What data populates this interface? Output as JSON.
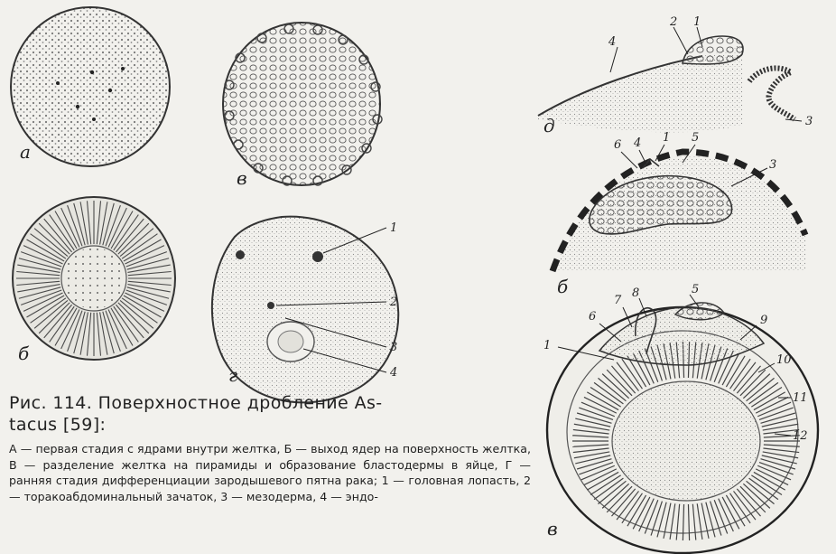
{
  "caption": {
    "title_line1": "Рис. 114. Поверхностное дробление As-",
    "title_line2": "tacus [59]:",
    "text": "А — первая стадия с ядрами внутри желтка, Б — выход ядер на поверхность желтка, В — разделение желтка на пирамиды и образование бластодермы в яйце, Г — ранняя стадия дифференциации зародышевого пятна рака; 1 — головная лопасть, 2 — торакоабдоминальный зачаток, 3 — мезодерма, 4 — эндо-"
  },
  "figures": {
    "a": "а",
    "b": "в",
    "v": "б",
    "g": "г",
    "d1": "д",
    "d2": "б",
    "e": "в"
  },
  "numbers": {
    "g1": "1",
    "g2": "2",
    "g3": "3",
    "g4": "4",
    "d1_1": "1",
    "d1_2": "2",
    "d1_3": "3",
    "d1_4": "4",
    "d2_1": "1",
    "d2_3": "3",
    "d2_4": "4",
    "d2_5": "5",
    "d2_6": "6",
    "e1": "1",
    "e5": "5",
    "e6": "6",
    "e7": "7",
    "e8": "8",
    "e9": "9",
    "e10": "10",
    "e11": "11",
    "e12": "12"
  }
}
